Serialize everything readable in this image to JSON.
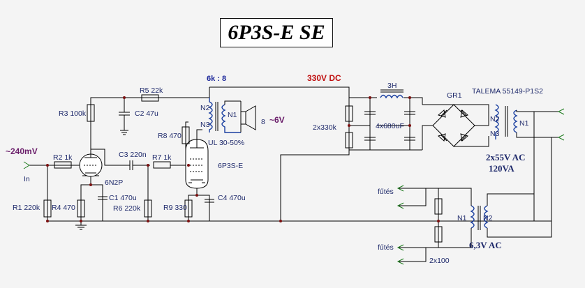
{
  "title": "6P3S-E SE",
  "labels": {
    "ratio": "6k : 8",
    "hv": "330V DC",
    "choke": "3H",
    "gr1": "GR1",
    "xfmr_main": "TALEMA 55149-P1S2",
    "r5": "R5 22k",
    "r3": "R3 100k",
    "c2": "C2 47u",
    "n2_top": "N2",
    "n1_top": "N1",
    "n3_top": "N3",
    "speaker": "8",
    "out_volt": "~6V",
    "r8": "R8 470",
    "ul": "UL 30-50%",
    "input_volt": "~240mV",
    "in": "In",
    "r2": "R2 1k",
    "c3": "C3 220n",
    "r7": "R7 1k",
    "v1": "6N2P",
    "v2": "6P3S-E",
    "c1": "C1 470u",
    "r1": "R1 220k",
    "r4": "R4 470",
    "r6": "R6 220k",
    "r9": "R9 330",
    "c4": "C4 470u",
    "r_bleed": "2x330k",
    "c_filter": "4x680uF",
    "n2_main": "N2",
    "n3_main": "N3",
    "n1_main": "N1",
    "ac_main_1": "2x55V AC",
    "ac_main_2": "120VA",
    "futes_1": "fűtés",
    "futes_2": "fűtés",
    "n1_heat": "N1",
    "n2_heat": "N2",
    "heat_volt": "6,3V AC",
    "r_hum": "2x100"
  }
}
